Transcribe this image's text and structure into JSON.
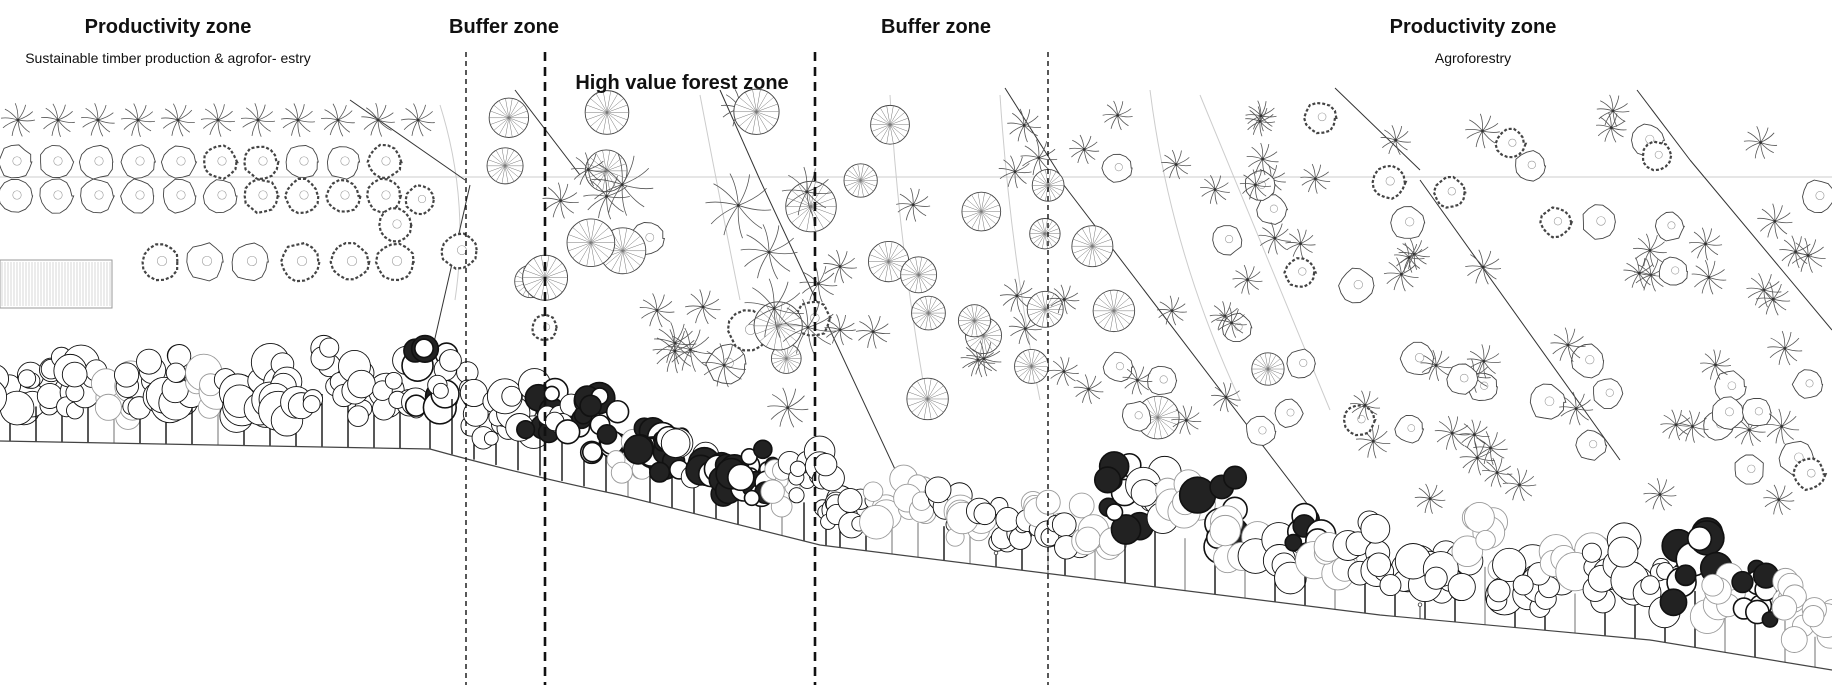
{
  "zones": {
    "left_productivity": {
      "title": "Productivity zone",
      "subtitle": "Sustainable timber production & agrofor- estry"
    },
    "left_buffer": {
      "title": "Buffer zone"
    },
    "high_value": {
      "title": "High value forest zone"
    },
    "right_buffer": {
      "title": "Buffer zone"
    },
    "right_productivity": {
      "title": "Productivity zone",
      "subtitle": "Agroforestry"
    }
  },
  "boundaries": [
    {
      "name": "productivity-buffer-left",
      "style": "thin-dashed"
    },
    {
      "name": "buffer-highvalue-left",
      "style": "heavy-dashed"
    },
    {
      "name": "highvalue-buffer-right",
      "style": "heavy-dashed"
    },
    {
      "name": "buffer-productivity-right",
      "style": "thin-dashed"
    }
  ],
  "colors": {
    "ink": "#111111",
    "light_ink": "#9a9a9a",
    "grid_line": "#cccccc",
    "background": "#ffffff"
  },
  "symbols": [
    "palm-tree-icon",
    "round-tree-icon",
    "dark-round-tree-icon",
    "starburst-tree-icon",
    "section-tree-icon",
    "person-icon"
  ]
}
